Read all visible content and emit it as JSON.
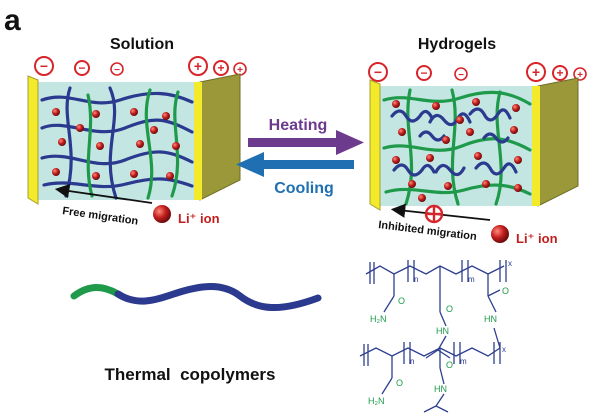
{
  "figure": {
    "panel_label": "a",
    "left_panel": {
      "title": "Solution",
      "charges": [
        "−",
        "−",
        "−",
        "+",
        "+",
        "+"
      ],
      "migration_label": "Free migration",
      "ion_label": "Li⁺ ion"
    },
    "right_panel": {
      "title": "Hydrogels",
      "charges": [
        "−",
        "−",
        "−",
        "+",
        "+",
        "+"
      ],
      "migration_label": "Inhibited migration",
      "ion_label": "Li⁺ ion"
    },
    "process": {
      "heating_label": "Heating",
      "cooling_label": "Cooling"
    },
    "copolymer_label": "Thermal  copolymers",
    "structure": {
      "top_subscripts": [
        "n",
        "m",
        "x"
      ],
      "bottom_subscripts": [
        "n",
        "m",
        "x"
      ],
      "amine_label": "H₂N",
      "nh_label": "HN",
      "o_label": "O"
    },
    "colors": {
      "electrode_face": "#f2ea2a",
      "electrode_side": "#9a9838",
      "electrolyte": "#b8e2de",
      "minus_charge": "#d7262b",
      "plus_charge": "#d7262b",
      "chain_blue": "#2b3a8f",
      "chain_green": "#1f9a4b",
      "ion_red": "#c21e1e",
      "heating_arrow": "#6d3b8e",
      "cooling_arrow": "#1f6fb2",
      "structure_line": "#2e3f8e",
      "structure_text": "#1f9a4b"
    }
  }
}
